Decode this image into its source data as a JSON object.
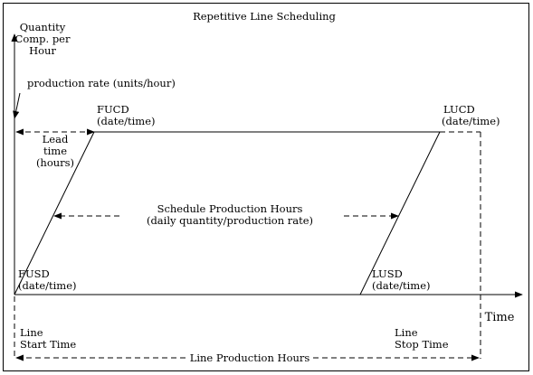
{
  "title": "Repetitive Line Scheduling",
  "y_axis_label": [
    "Quantity",
    "Comp. per",
    "Hour"
  ],
  "x_axis_label": "Time",
  "production_rate": "production rate (units/hour)",
  "fucd": [
    "FUCD",
    "(date/time)"
  ],
  "lucd": [
    "LUCD",
    "(date/time)"
  ],
  "lead_time": [
    "Lead",
    "time",
    "(hours)"
  ],
  "schedule": [
    "Schedule Production Hours",
    "(daily quantity/production rate)"
  ],
  "fusd": [
    "FUSD",
    "(date/time)"
  ],
  "lusd": [
    "LUSD",
    "(date/time)"
  ],
  "line_start": [
    "Line",
    "Start Time"
  ],
  "line_stop": [
    "Line",
    "Stop Time"
  ],
  "line_production_hours": "Line Production Hours"
}
